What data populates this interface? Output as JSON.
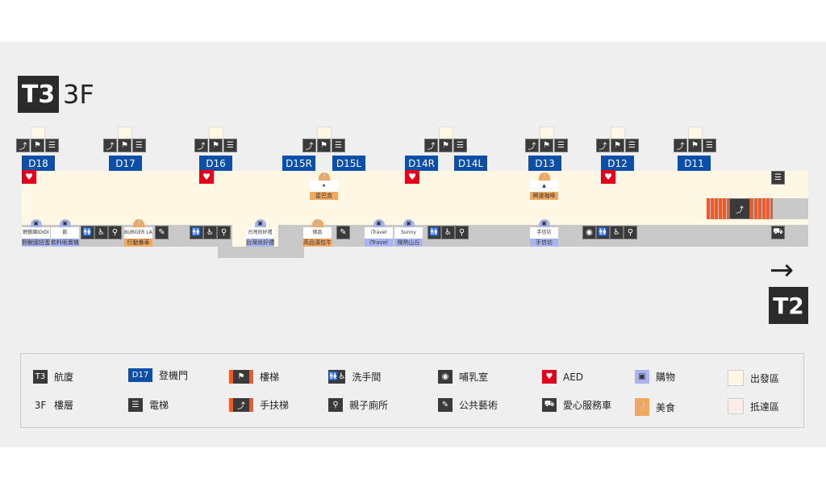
{
  "header": {
    "terminal": "T3",
    "floor": "3F"
  },
  "gates": [
    "D18",
    "D17",
    "D16",
    "D15R",
    "D15L",
    "D14R",
    "D14L",
    "D13",
    "D12",
    "D11"
  ],
  "aed_label": "AED",
  "food": [
    {
      "name": "星巴克",
      "logo": "★"
    },
    {
      "name": "興波咖啡",
      "logo": "▲"
    },
    {
      "name": "行動餐車",
      "logo": "BURGER LAND"
    },
    {
      "name": "高品湯包牛肉麵",
      "logo": "德品"
    }
  ],
  "shops": [
    {
      "name": "野獸國扭蛋機",
      "logo": "野獸國IDIDI"
    },
    {
      "name": "飲料販賣機",
      "logo": "飲"
    },
    {
      "name": "台灣尚好禮",
      "logo": "台灣尚好禮"
    },
    {
      "name": "iTravel",
      "logo": "iTravel"
    },
    {
      "name": "微熱山丘",
      "logo": "Sunny"
    },
    {
      "name": "手信坊",
      "logo": "手信坊"
    }
  ],
  "next_terminal": "T2",
  "arrow": "→",
  "legend": [
    {
      "icon": "T3",
      "label": "航廈"
    },
    {
      "icon": "3F",
      "label": "樓層"
    },
    {
      "icon": "D17",
      "label": "登機門"
    },
    {
      "icon": "elevator",
      "label": "電梯"
    },
    {
      "icon": "stairs",
      "label": "樓梯"
    },
    {
      "icon": "escalator",
      "label": "手扶梯"
    },
    {
      "icon": "restroom",
      "label": "洗手間"
    },
    {
      "icon": "family-restroom",
      "label": "親子廁所"
    },
    {
      "icon": "nursing",
      "label": "哺乳室"
    },
    {
      "icon": "art",
      "label": "公共藝術"
    },
    {
      "icon": "AED",
      "label": "AED"
    },
    {
      "icon": "service-car",
      "label": "愛心服務車"
    },
    {
      "icon": "shopping",
      "label": "購物"
    },
    {
      "icon": "food",
      "label": "美食"
    },
    {
      "icon": "departure",
      "label": "出發區"
    },
    {
      "icon": "arrival",
      "label": "抵達區"
    }
  ],
  "colors": {
    "gate": "#0b4fa8",
    "aed": "#e4001b",
    "departure": "#fdf7e3",
    "arrival": "#fbeeea",
    "food": "#f0a860",
    "shop": "#a9b6ee",
    "stairs": "#f05a28"
  }
}
